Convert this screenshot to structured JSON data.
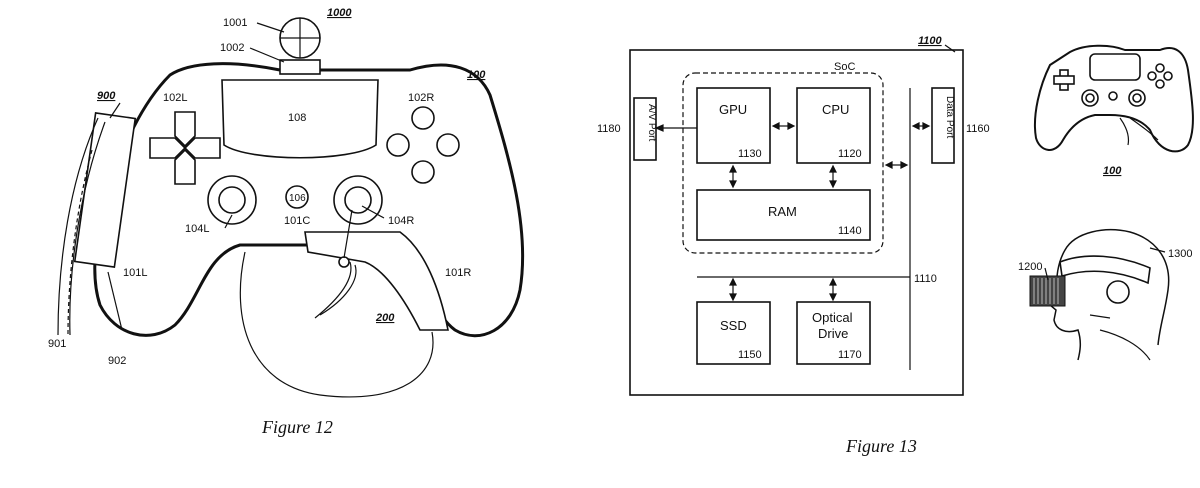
{
  "figure12": {
    "caption": "Figure 12",
    "labels": {
      "l1000": "1000",
      "l1001": "1001",
      "l1002": "1002",
      "l100": "100",
      "l900": "900",
      "l102L": "102L",
      "l102R": "102R",
      "l108": "108",
      "l106": "106",
      "l101C": "101C",
      "l104L": "104L",
      "l104R": "104R",
      "l101L": "101L",
      "l101R": "101R",
      "l200": "200",
      "l901": "901",
      "l902": "902"
    }
  },
  "figure13": {
    "caption": "Figure 13",
    "labels": {
      "l1100": "1100",
      "soc": "SoC",
      "gpu": "GPU",
      "l1130": "1130",
      "cpu": "CPU",
      "l1120": "1120",
      "ram": "RAM",
      "l1140": "1140",
      "ssd": "SSD",
      "l1150": "1150",
      "optical": "Optical",
      "drive": "Drive",
      "l1170": "1170",
      "l1110": "1110",
      "l1180": "1180",
      "l1160": "1160",
      "av_port": "A/V Port",
      "data_port": "Data Port"
    }
  },
  "side": {
    "l100": "100",
    "l1200": "1200",
    "l1300": "1300"
  }
}
